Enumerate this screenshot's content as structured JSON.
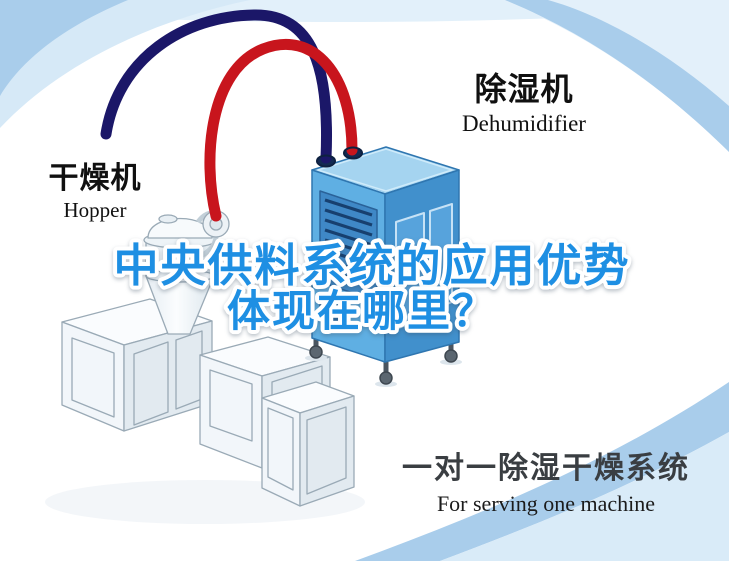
{
  "title": {
    "line1": "中央供料系统的应用优势",
    "line2": "体现在哪里？"
  },
  "labels": {
    "hopper": {
      "zh": "干燥机",
      "en": "Hopper"
    },
    "dehumidifier": {
      "zh": "除湿机",
      "en": "Dehumidifier"
    }
  },
  "caption": {
    "zh": "一对一除湿干燥系统",
    "en": "For serving one machine"
  },
  "colors": {
    "title_blue": "#1E8FE3",
    "pipe_red": "#C8151D",
    "pipe_navy": "#1B1768",
    "dehumidifier_front": "#5FAFE3",
    "dehumidifier_side": "#4190CC",
    "dehumidifier_top": "#A5D4F0",
    "swoosh_blue": "#A9CDEB",
    "swoosh_light": "#D9EBF8"
  }
}
